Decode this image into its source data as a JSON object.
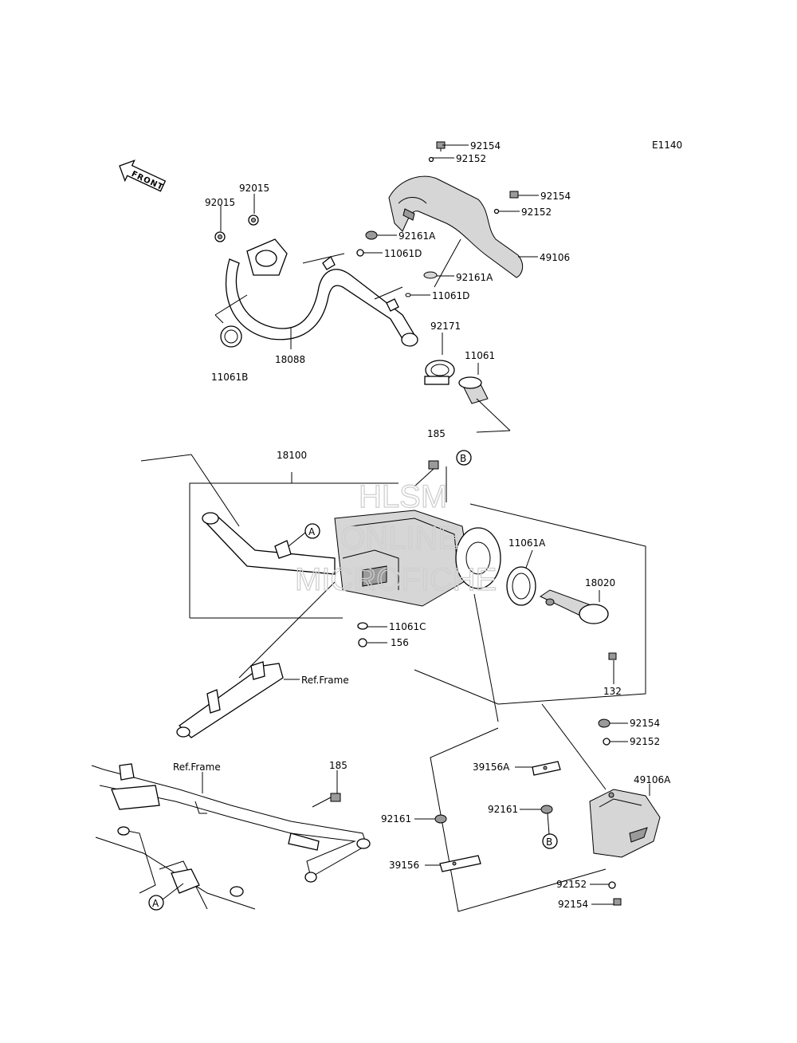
{
  "diagram_code": "E1140",
  "front_arrow": "FRONT",
  "watermark": [
    "HLSM",
    "ONLINE",
    "MICROFICHE"
  ],
  "labels": {
    "92154_a": "92154",
    "92152_a": "92152",
    "92154_b": "92154",
    "92152_b": "92152",
    "92015_a": "92015",
    "92015_b": "92015",
    "92161A_a": "92161A",
    "11061D_a": "11061D",
    "49106": "49106",
    "92161A_b": "92161A",
    "11061D_b": "11061D",
    "92171": "92171",
    "11061": "11061",
    "11061B": "11061B",
    "18088": "18088",
    "185_a": "185",
    "B_a": "B",
    "18100": "18100",
    "A_a": "A",
    "11061A": "11061A",
    "18020": "18020",
    "11061C": "11061C",
    "156": "156",
    "132": "132",
    "ref_frame_a": "Ref.Frame",
    "92154_c": "92154",
    "92152_c": "92152",
    "ref_frame_b": "Ref.Frame",
    "185_b": "185",
    "39156A": "39156A",
    "49106A": "49106A",
    "92161_a": "92161",
    "92161_b": "92161",
    "B_b": "B",
    "39156": "39156",
    "92152_d": "92152",
    "92154_d": "92154",
    "A_b": "A"
  }
}
